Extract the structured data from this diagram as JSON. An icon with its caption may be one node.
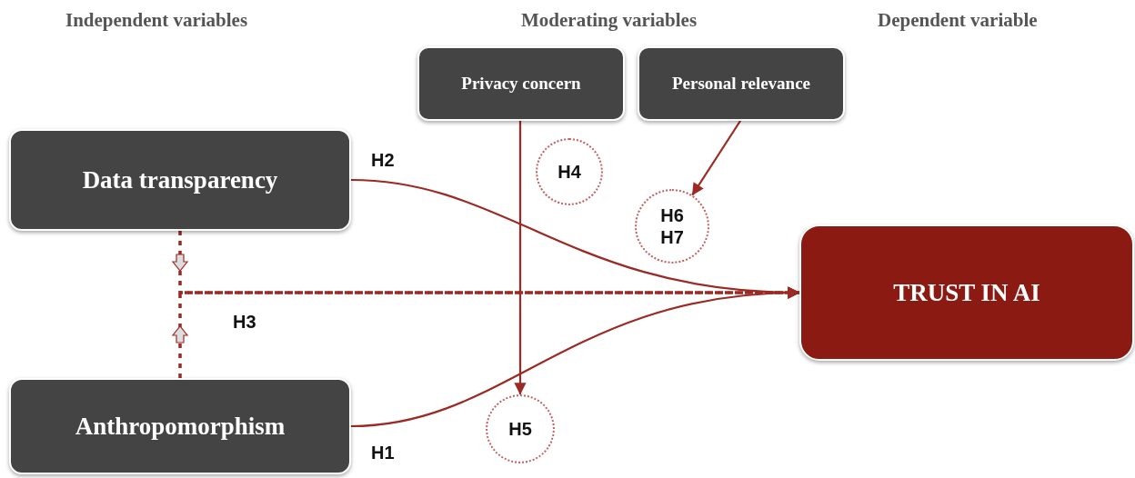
{
  "diagram": {
    "nodes": [
      {
        "text": [
          "Data transparency"
        ]
      },
      {
        "text": [
          "Anthropomorphism"
        ]
      },
      {
        "text": [
          "Privacy concern"
        ]
      },
      {
        "text": [
          "Personal relevance"
        ]
      },
      {
        "text": [
          "TRUST IN AI"
        ]
      },
      {
        "text": [
          "H4"
        ]
      },
      {
        "text": [
          "H6",
          "H7"
        ]
      },
      {
        "text": [
          "H5"
        ]
      }
    ],
    "edges": [
      {
        "from": 0,
        "to": 4,
        "arrow": "to",
        "label": "H2"
      },
      {
        "from": 1,
        "to": 4,
        "arrow": "to",
        "label": "H1"
      },
      {
        "from": 0,
        "to": 4,
        "arrow": "to",
        "style": "dashed",
        "label": "H3"
      },
      {
        "from": 1,
        "to": 4,
        "arrow": "to",
        "style": "dashed"
      },
      {
        "from": 2,
        "to": 7,
        "arrow": "to"
      },
      {
        "from": 3,
        "to": 6,
        "arrow": "to"
      }
    ],
    "labels": [
      "Independent variables",
      "Moderating variables",
      "Dependent variable"
    ]
  }
}
